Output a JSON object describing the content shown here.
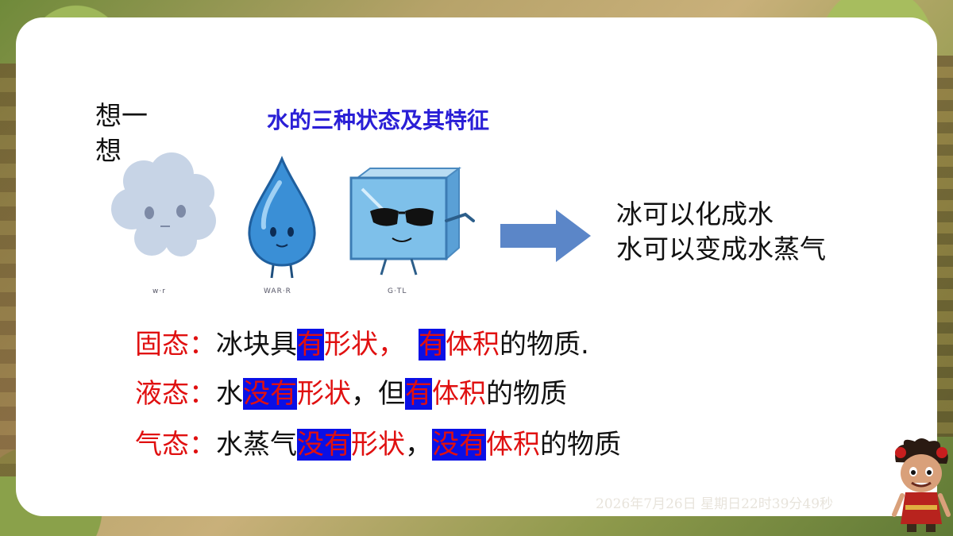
{
  "think_label": "想一想",
  "title": "水的三种状态及其特征",
  "figures": [
    {
      "icon": "vapor-cloud-character",
      "label": "w·r"
    },
    {
      "icon": "water-drop-character",
      "label": "WAR·R"
    },
    {
      "icon": "ice-cube-character",
      "label": "G·TL"
    }
  ],
  "arrow_icon": "right-arrow-icon",
  "facts": [
    "冰可以化成水",
    "水可以变成水蒸气"
  ],
  "rows": [
    {
      "label": "固态：",
      "parts": [
        {
          "t": "冰块具",
          "s": "n"
        },
        {
          "t": "有",
          "s": "h"
        },
        {
          "t": "形状，",
          "s": "r"
        },
        {
          "t": "　",
          "s": "n"
        },
        {
          "t": "有",
          "s": "h"
        },
        {
          "t": "体积",
          "s": "r"
        },
        {
          "t": "的物质.",
          "s": "n"
        }
      ]
    },
    {
      "label": "液态：",
      "parts": [
        {
          "t": "水",
          "s": "n"
        },
        {
          "t": "没有",
          "s": "h"
        },
        {
          "t": "形状",
          "s": "r"
        },
        {
          "t": "，但",
          "s": "n"
        },
        {
          "t": "有",
          "s": "h"
        },
        {
          "t": "体积",
          "s": "r"
        },
        {
          "t": "的物质",
          "s": "n"
        }
      ]
    },
    {
      "label": "气态：",
      "parts": [
        {
          "t": "水蒸气",
          "s": "n"
        },
        {
          "t": "没有",
          "s": "h"
        },
        {
          "t": "形状",
          "s": "r"
        },
        {
          "t": "，",
          "s": "n"
        },
        {
          "t": "没有",
          "s": "h"
        },
        {
          "t": "体积",
          "s": "r"
        },
        {
          "t": "的物质",
          "s": "n"
        }
      ]
    }
  ],
  "timestamp": "2026年7月26日 星期日22时39分49秒",
  "mascot_icon": "cartoon-boy-mascot",
  "colors": {
    "title": "#2a1fd6",
    "label": "#e01010",
    "highlight": "#0a10e6",
    "arrow": "#5b86c8"
  }
}
